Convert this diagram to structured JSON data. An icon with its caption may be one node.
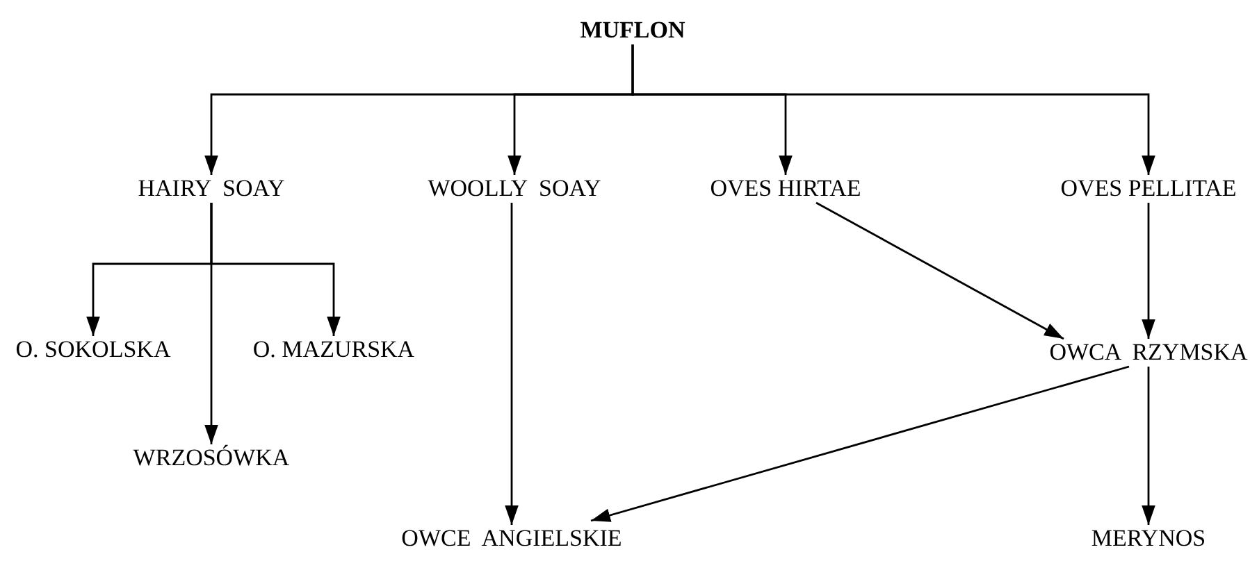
{
  "diagram": {
    "nodes": [
      {
        "text": [
          "MUFLON"
        ]
      },
      {
        "text": [
          "HAIRY  SOAY"
        ]
      },
      {
        "text": [
          "WOOLLY  SOAY"
        ]
      },
      {
        "text": [
          "OVES HIRTAE"
        ]
      },
      {
        "text": [
          "OVES PELLITAE"
        ]
      },
      {
        "text": [
          "O. SOKOLSKA"
        ]
      },
      {
        "text": [
          "O. MAZURSKA"
        ]
      },
      {
        "text": [
          "OWCA  RZYMSKA"
        ]
      },
      {
        "text": [
          "WRZOSÓWKA"
        ]
      },
      {
        "text": [
          "OWCE  ANGIELSKIE"
        ]
      },
      {
        "text": [
          "MERYNOS"
        ]
      }
    ],
    "edges": [
      {
        "from": 0,
        "to": 1,
        "arrow": "to"
      },
      {
        "from": 0,
        "to": 2,
        "arrow": "to"
      },
      {
        "from": 0,
        "to": 3,
        "arrow": "to"
      },
      {
        "from": 0,
        "to": 4,
        "arrow": "to"
      },
      {
        "from": 1,
        "to": 5,
        "arrow": "to"
      },
      {
        "from": 1,
        "to": 6,
        "arrow": "to"
      },
      {
        "from": 1,
        "to": 8,
        "arrow": "to"
      },
      {
        "from": 2,
        "to": 9,
        "arrow": "to"
      },
      {
        "from": 3,
        "to": 7,
        "arrow": "to"
      },
      {
        "from": 4,
        "to": 7,
        "arrow": "to"
      },
      {
        "from": 7,
        "to": 9,
        "arrow": "to"
      },
      {
        "from": 7,
        "to": 10,
        "arrow": "to"
      }
    ]
  }
}
